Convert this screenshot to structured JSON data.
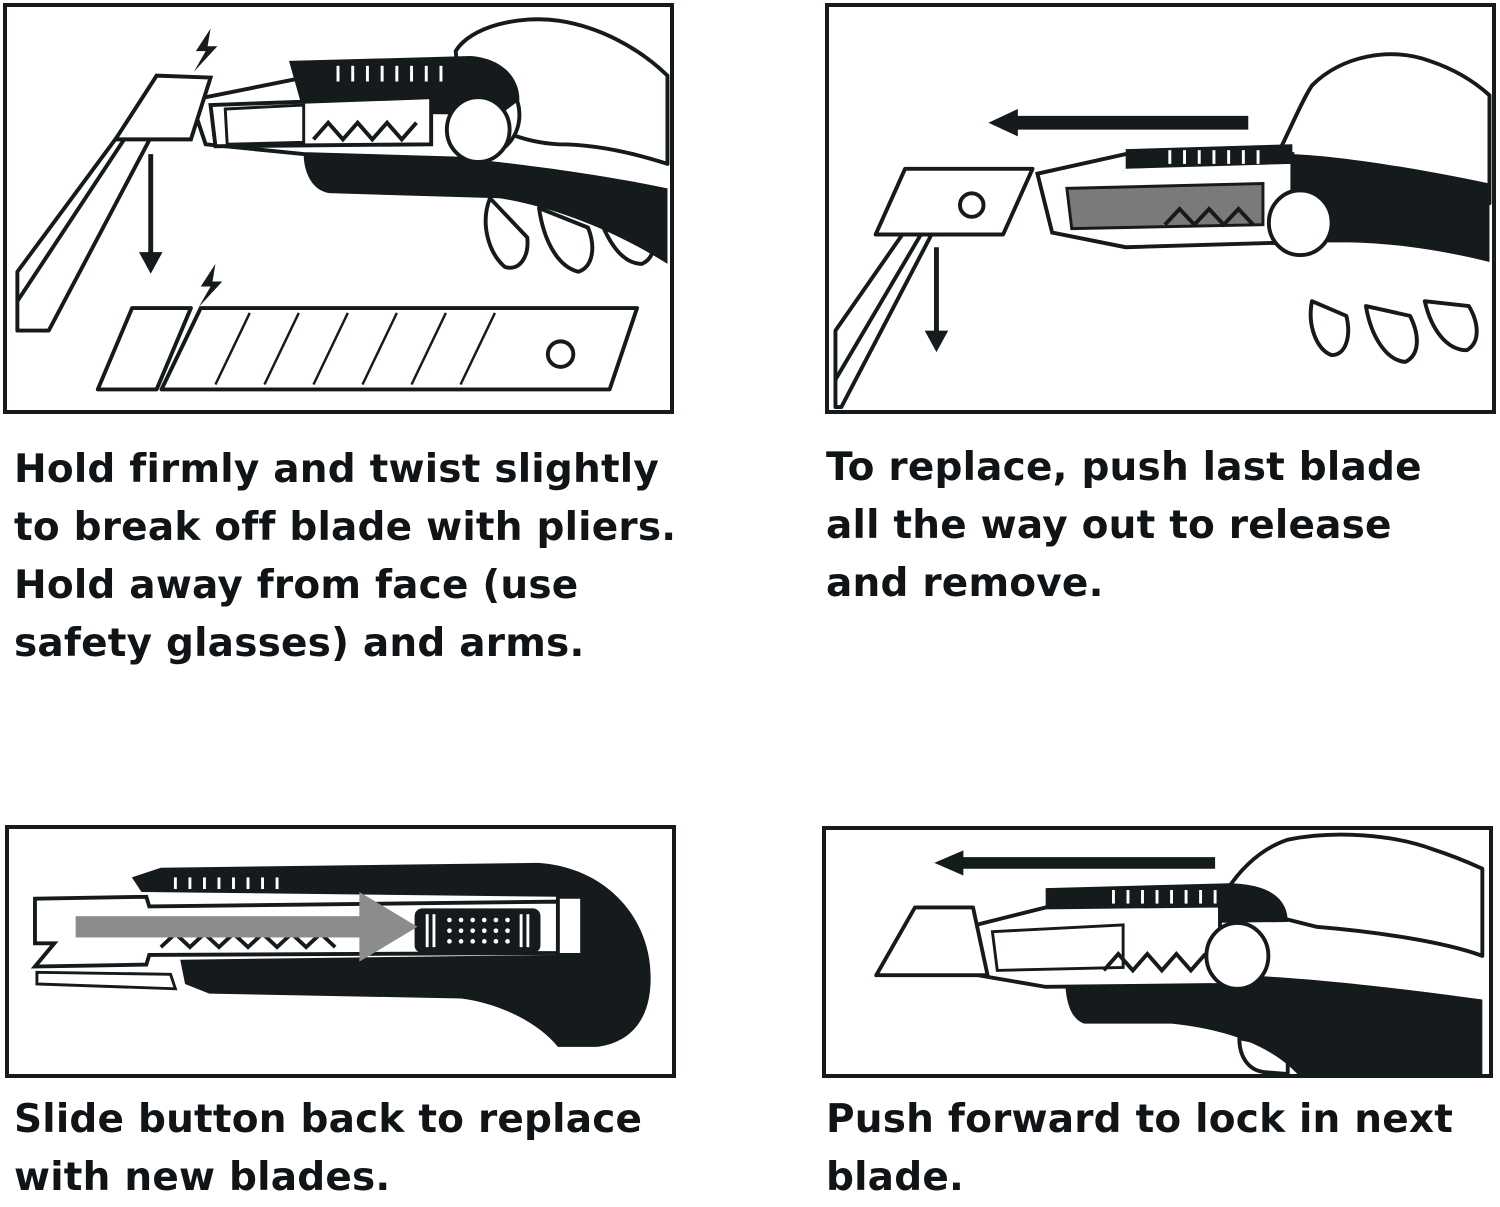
{
  "colors": {
    "ink": "#151a1d",
    "paper": "#ffffff",
    "arrow_gray": "#8c8c8c",
    "blade_slot_gray": "#7a7a7a"
  },
  "steps": [
    {
      "icons": [
        "hand",
        "utility-knife",
        "pliers",
        "snapped-blade-segment",
        "spark",
        "down-arrow",
        "blade-strip"
      ],
      "caption_lines": [
        "Hold firmly and twist slightly",
        "to break off blade with pliers.",
        "Hold away from face (use",
        "safety glasses) and arms."
      ]
    },
    {
      "icons": [
        "hand",
        "utility-knife",
        "pliers",
        "last-blade",
        "left-arrow",
        "down-arrow"
      ],
      "caption_lines": [
        "To replace, push last blade",
        "all the way out to release",
        "and remove."
      ]
    },
    {
      "icons": [
        "utility-knife-open",
        "slide-button",
        "right-arrow"
      ],
      "caption_lines": [
        "Slide button back to replace",
        "with new blades."
      ]
    },
    {
      "icons": [
        "hand",
        "utility-knife",
        "blade",
        "left-arrow"
      ],
      "caption_lines": [
        "Push forward to lock in next",
        "blade."
      ]
    }
  ]
}
